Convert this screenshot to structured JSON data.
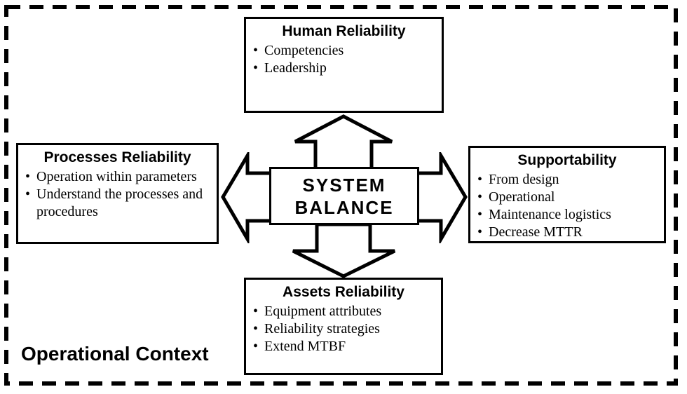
{
  "canvas": {
    "background_color": "#ffffff",
    "line_color": "#000000"
  },
  "outer_frame": {
    "label": "Operational Context",
    "border_style": "thick dashed black rectangle"
  },
  "center": {
    "line1": "SYSTEM",
    "line2": "BALANCE"
  },
  "boxes": {
    "top": {
      "title": "Human Reliability",
      "bullets": [
        "Competencies",
        "Leadership"
      ]
    },
    "left": {
      "title": "Processes Reliability",
      "bullets": [
        "Operation within parameters",
        "Understand the processes and procedures"
      ]
    },
    "right": {
      "title": "Supportability",
      "bullets": [
        "From design",
        "Operational",
        "Maintenance logistics",
        "Decrease MTTR"
      ]
    },
    "bottom": {
      "title": "Assets Reliability",
      "bullets": [
        "Equipment attributes",
        "Reliability strategies",
        "Extend MTBF"
      ]
    }
  },
  "icons": {
    "arrow_up": "block-arrow-up",
    "arrow_down": "block-arrow-down",
    "arrow_left": "block-arrow-left",
    "arrow_right": "block-arrow-right"
  }
}
